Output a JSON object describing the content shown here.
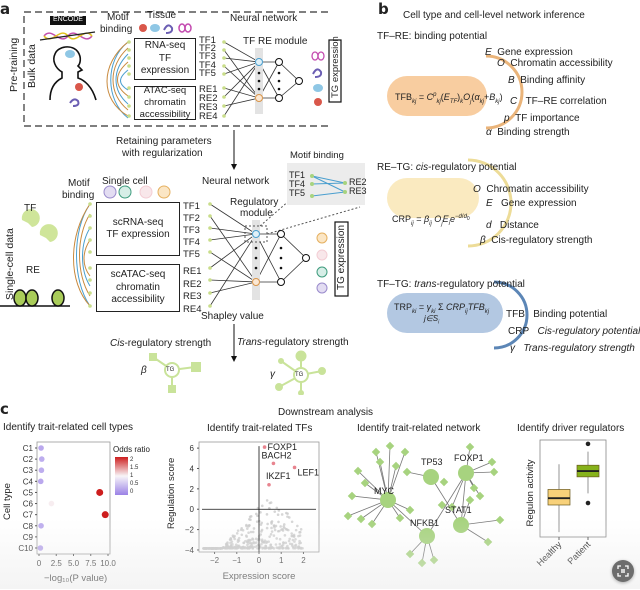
{
  "panel_a": {
    "letter": "a",
    "pretraining_label": "Pre-training",
    "bulk_label": "Bulk data",
    "encode_label": "ENCODE",
    "tissue_label": "Tissue",
    "motif_binding_label_1": "Motif",
    "motif_binding_label_2": "binding",
    "rnaseq_box": [
      "RNA-seq",
      "TF expression"
    ],
    "atacseq_box": [
      "ATAC-seq",
      "chromatin",
      "accessibility"
    ],
    "tf_labels": [
      "TF1",
      "TF2",
      "TF3",
      "TF4",
      "TF5"
    ],
    "re_labels": [
      "RE1",
      "RE2",
      "RE3",
      "RE4"
    ],
    "neural_network_label": "Neural network",
    "module_label": "TF RE module",
    "tg_expression_label": "TG expression",
    "retaining_1": "Retaining parameters",
    "retaining_2": "with regularization",
    "singlecell_data_label": "Single-cell data",
    "tf_label": "TF",
    "re_label": "RE",
    "single_cell_label": "Single cell",
    "scrnaseq_box": [
      "scRNA-seq",
      "TF expression"
    ],
    "scatacseq_box": [
      "scATAC-seq",
      "chromatin",
      "accessibility"
    ],
    "sc_tf_labels": [
      "TF1",
      "TF2",
      "TF3",
      "TF4",
      "TF5"
    ],
    "sc_re_labels": [
      "RE1",
      "RE2",
      "RE3",
      "RE4"
    ],
    "neural_network_label_2": "Neural network",
    "regulatory_module_1": "Regulatory",
    "regulatory_module_2": "module",
    "motif_inset_title": "Motif binding",
    "motif_inset_tfs": [
      "TF1",
      "TF4",
      "TF5"
    ],
    "motif_inset_res": [
      "RE2",
      "RE3"
    ],
    "tg_expression_label_2": "TG expression",
    "shapley_label": "Shapley value",
    "cis_strength_prefix": "Cis",
    "cis_strength_suffix": "-regulatory strength",
    "trans_strength_prefix": "Trans",
    "trans_strength_suffix": "-regulatory strength",
    "beta_symbol": "β",
    "gamma_symbol": "γ",
    "tg_node": "TG"
  },
  "panel_b": {
    "letter": "b",
    "title": "Cell type and cell-level network inference",
    "tfre_heading": "TF–RE: binding potential",
    "tfb_formula": "TFB",
    "tfb_terms": [
      {
        "sym": "E",
        "desc": "Gene expression"
      },
      {
        "sym": "O",
        "desc": "Chromatin accessibility"
      },
      {
        "sym": "B",
        "desc": "Binding affinity"
      },
      {
        "sym": "C",
        "desc": "TF–RE correlation"
      },
      {
        "sym": "p",
        "desc": "TF importance"
      },
      {
        "sym": "α",
        "desc": "Binding strength"
      }
    ],
    "retg_heading_prefix": "RE–TG: ",
    "retg_heading_ital": "cis",
    "retg_heading_suffix": "-regulatory potential",
    "crp_formula": "CRP",
    "crp_terms": [
      {
        "sym": "O",
        "desc": "Chromatin accessibility"
      },
      {
        "sym": "E",
        "desc": "Gene expression"
      },
      {
        "sym": "d",
        "desc": "Distance"
      },
      {
        "sym": "β",
        "desc": "Cis-regulatory strength"
      }
    ],
    "tftg_heading_prefix": "TF–TG: ",
    "tftg_heading_ital": "trans",
    "tftg_heading_suffix": "-regulatory potential",
    "trp_formula": "TRP",
    "trp_terms": [
      {
        "sym": "TFB",
        "desc": "Binding potential"
      },
      {
        "sym": "CRP",
        "desc": "Cis-regulatory potential"
      },
      {
        "sym": "γ",
        "desc": "Trans-regulatory strength"
      }
    ]
  },
  "panel_c": {
    "letter": "c",
    "downstream_title": "Downstream analysis"
  },
  "colors": {
    "tfb_fill": "#f8cda0",
    "crp_fill": "#faeac0",
    "trp_fill": "#b3c8e2",
    "tfb_arc": "#eab47a",
    "crp_arc": "#eddc98",
    "trp_arc": "#5c86b6",
    "node_green": "#a7d37f",
    "highlight_red": "#e8848f",
    "healthy_box": "#f8d17a",
    "patient_box": "#86b21b"
  },
  "chart_data": [
    {
      "type": "scatter",
      "title": "Identify trait-related cell types",
      "xlabel": "-log10(P value)",
      "ylabel": "Cell type",
      "xticks": [
        "0",
        "2.5",
        "5.0",
        "7.5",
        "10.0"
      ],
      "xlim": [
        0,
        10
      ],
      "categories": [
        "C1",
        "C2",
        "C3",
        "C4",
        "C5",
        "C6",
        "C7",
        "C8",
        "C9",
        "C10"
      ],
      "points": [
        {
          "cell": "C1",
          "x": 0.3,
          "odds": 0.2
        },
        {
          "cell": "C2",
          "x": 0.4,
          "odds": 0.25
        },
        {
          "cell": "C3",
          "x": 0.35,
          "odds": 0.25
        },
        {
          "cell": "C4",
          "x": 0.25,
          "odds": 0.2
        },
        {
          "cell": "C5",
          "x": 8.8,
          "odds": 2.0
        },
        {
          "cell": "C6",
          "x": 1.8,
          "odds": 1.05
        },
        {
          "cell": "C7",
          "x": 9.6,
          "odds": 2.0
        },
        {
          "cell": "C8",
          "x": 0.3,
          "odds": 0.25
        },
        {
          "cell": "C9",
          "x": null,
          "odds": null
        },
        {
          "cell": "C10",
          "x": 0.2,
          "odds": 0.2
        }
      ],
      "legend_title": "Odds ratio",
      "legend_ticks": [
        "2",
        "1.5",
        "1",
        "0.5",
        "0"
      ],
      "legend_position": "right",
      "grid": false
    },
    {
      "type": "scatter",
      "title": "Identify trait-related TFs",
      "xlabel": "Expression score",
      "ylabel": "Regulation score",
      "xticks": [
        "-2",
        "-1",
        "0",
        "1",
        "2"
      ],
      "yticks": [
        "-4",
        "-2",
        "0",
        "2",
        "4",
        "6"
      ],
      "xlim": [
        -2.7,
        2.7
      ],
      "ylim": [
        -4.2,
        6.6
      ],
      "highlighted": [
        {
          "label": "FOXP1",
          "x": 0.25,
          "y": 6.1
        },
        {
          "label": "BACH2",
          "x": 0.65,
          "y": 4.5
        },
        {
          "label": "LEF1",
          "x": 1.6,
          "y": 4.1
        },
        {
          "label": "IKZF1",
          "x": 0.45,
          "y": 2.4
        }
      ],
      "background_cloud": "grey points concentrated near y≈-3.8, spanning x -2.5 to 2, with upward scatter up to y≈1.5 around x 0–1.5",
      "grid": false
    },
    {
      "type": "network",
      "title": "Identify trait-related network",
      "hubs": [
        "MYC",
        "TP53",
        "FOXP1",
        "NFKB1",
        "STAT1"
      ],
      "edges": [
        [
          "MYC",
          "NFKB1"
        ],
        [
          "NFKB1",
          "FOXP1"
        ],
        [
          "TP53",
          "STAT1"
        ],
        [
          "FOXP1",
          "STAT1"
        ]
      ]
    },
    {
      "type": "box",
      "title": "Identify driver regulators",
      "ylabel": "Regulon activity",
      "categories": [
        "Healthy",
        "Patient"
      ],
      "series": [
        {
          "name": "Healthy",
          "whisker_low": 0.05,
          "q1": 0.33,
          "median": 0.4,
          "q3": 0.49,
          "whisker_high": 0.75,
          "outliers": []
        },
        {
          "name": "Patient",
          "whisker_low": 0.45,
          "q1": 0.62,
          "median": 0.68,
          "q3": 0.74,
          "whisker_high": 0.88,
          "outliers": [
            0.35,
            0.96
          ]
        }
      ]
    }
  ],
  "overlay": {
    "lens_button_icon": "lens-scan-icon"
  }
}
